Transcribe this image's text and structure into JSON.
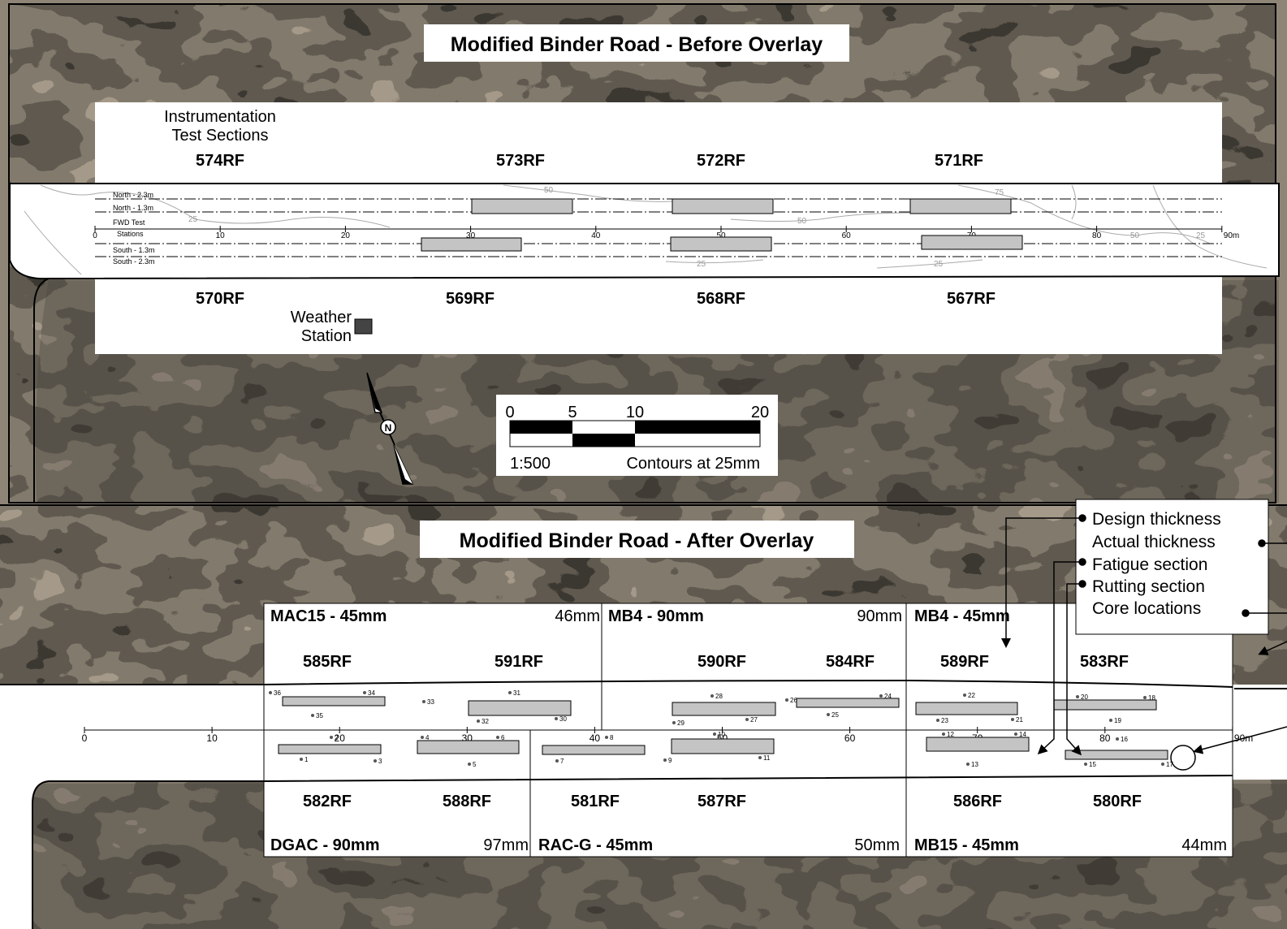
{
  "top": {
    "title": "Modified Binder Road - Before Overlay",
    "instrumentation_line1": "Instrumentation",
    "instrumentation_line2": "Test Sections",
    "north_sections": [
      "574RF",
      "573RF",
      "572RF",
      "571RF"
    ],
    "south_sections": [
      "570RF",
      "569RF",
      "568RF",
      "567RF"
    ],
    "lane_labels": [
      "North - 2.3m",
      "North - 1.3m",
      "FWD Test",
      "Stations",
      "South - 1.3m",
      "South - 2.3m"
    ],
    "stations": [
      "0",
      "10",
      "20",
      "30",
      "40",
      "50",
      "60",
      "70",
      "80",
      "90m"
    ],
    "contour_labels": [
      "50",
      "25",
      "50",
      "75",
      "50",
      "25",
      "25",
      "25"
    ],
    "weather_line1": "Weather",
    "weather_line2": "Station",
    "north_arrow": "N",
    "scale_ticks": [
      "0",
      "5",
      "10",
      "20"
    ],
    "scale_ratio": "1:500",
    "contour_note": "Contours at 25mm"
  },
  "bottom": {
    "title": "Modified Binder Road - After Overlay",
    "stations": [
      "0",
      "10",
      "20",
      "30",
      "40",
      "50",
      "60",
      "70",
      "80",
      "90m"
    ],
    "segments_north": [
      {
        "design": "MAC15 - 45mm",
        "actual": "46mm",
        "sections": [
          "585RF",
          "591RF"
        ]
      },
      {
        "design": "MB4 - 90mm",
        "actual": "90mm",
        "sections": [
          "590RF",
          "584RF"
        ]
      },
      {
        "design": "MB4 - 45mm",
        "actual": "",
        "sections": [
          "589RF",
          "583RF"
        ]
      }
    ],
    "segments_south": [
      {
        "design": "DGAC - 90mm",
        "actual": "97mm",
        "sections": [
          "582RF",
          "588RF"
        ]
      },
      {
        "design": "RAC-G - 45mm",
        "actual": "50mm",
        "sections": [
          "581RF",
          "587RF"
        ]
      },
      {
        "design": "MB15 - 45mm",
        "actual": "44mm",
        "sections": [
          "586RF",
          "580RF"
        ]
      }
    ],
    "core_numbers": [
      "1",
      "2",
      "3",
      "4",
      "5",
      "6",
      "7",
      "8",
      "9",
      "10",
      "11",
      "12",
      "13",
      "14",
      "15",
      "16",
      "17",
      "18",
      "19",
      "20",
      "21",
      "22",
      "23",
      "24",
      "25",
      "26",
      "27",
      "28",
      "29",
      "30",
      "31",
      "32",
      "33",
      "34",
      "35",
      "36"
    ]
  },
  "legend": {
    "items": [
      "Design thickness",
      "Actual thickness",
      "Fatigue section",
      "Rutting section",
      "Core locations"
    ]
  },
  "colors": {
    "terrain_light": "#a59a89",
    "terrain_mid": "#7f776b",
    "terrain_dark": "#4a4640",
    "road": "#ffffff",
    "section_fill": "#c4c4c4"
  }
}
